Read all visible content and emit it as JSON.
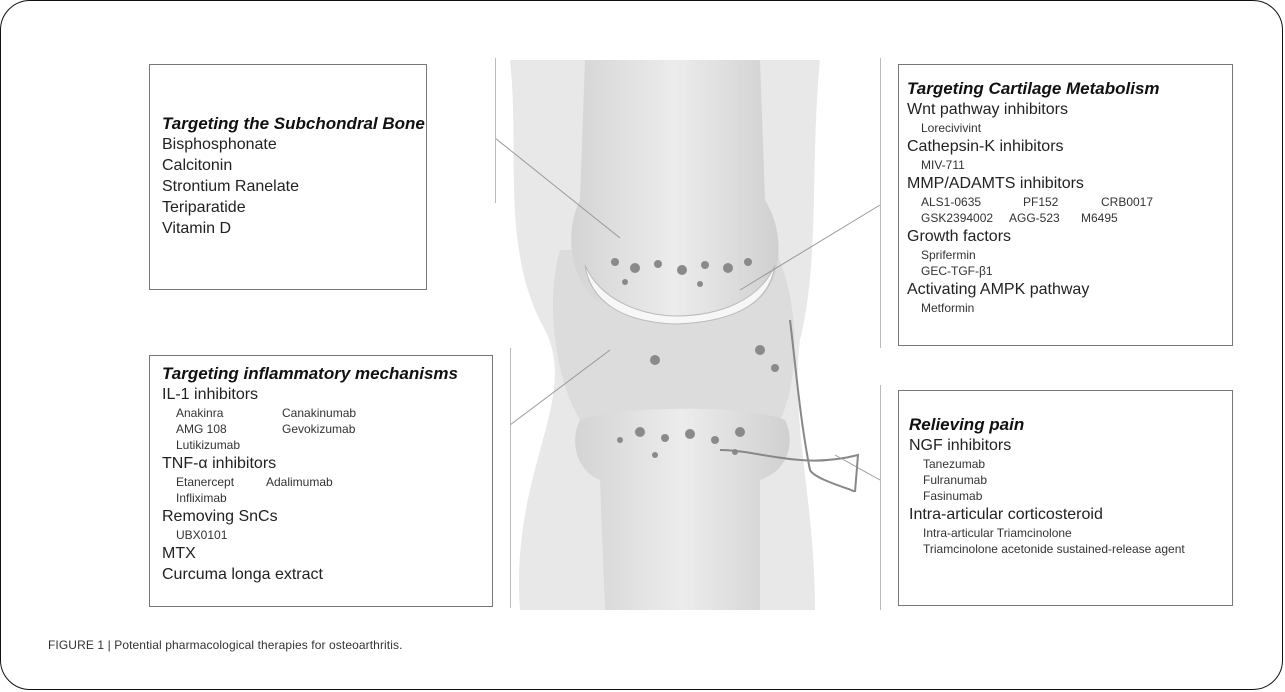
{
  "subchondral": {
    "title": "Targeting the Subchondral Bone",
    "items": [
      "Bisphosphonate",
      "Calcitonin",
      "Strontium Ranelate",
      "Teriparatide",
      "Vitamin D"
    ]
  },
  "inflammatory": {
    "title": "Targeting inflammatory mechanisms",
    "il1": "IL-1 inhibitors",
    "il1_drugs": [
      "Anakinra",
      "Canakinumab",
      "AMG 108",
      "Gevokizumab",
      "Lutikizumab"
    ],
    "tnf": "TNF-α inhibitors",
    "tnf_drugs": [
      "Etanercept",
      "Adalimumab",
      "Infliximab"
    ],
    "sncs": "Removing SnCs",
    "sncs_drugs": [
      "UBX0101"
    ],
    "mtx": "MTX",
    "curcuma": "Curcuma longa extract"
  },
  "cartilage": {
    "title": "Targeting Cartilage Metabolism",
    "wnt": "Wnt pathway inhibitors",
    "wnt_drugs": [
      "Lorecivivint"
    ],
    "cathepsin": "Cathepsin-K inhibitors",
    "cathepsin_drugs": [
      "MIV-711"
    ],
    "mmp": "MMP/ADAMTS inhibitors",
    "mmp_drugs": [
      "ALS1-0635",
      "PF152",
      "CRB0017",
      "GSK2394002",
      "AGG-523",
      "M6495"
    ],
    "growth": "Growth factors",
    "growth_drugs": [
      "Sprifermin",
      "GEC-TGF-β1"
    ],
    "ampk": "Activating AMPK pathway",
    "ampk_drugs": [
      "Metformin"
    ]
  },
  "pain": {
    "title": "Relieving pain",
    "ngf": "NGF inhibitors",
    "ngf_drugs": [
      "Tanezumab",
      "Fulranumab",
      "Fasinumab"
    ],
    "cortico": "Intra-articular corticosteroid",
    "cortico_drugs": [
      "Intra-articular Triamcinolone",
      "Triamcinolone acetonide sustained-release agent"
    ]
  },
  "caption": "FIGURE 1 |   Potential pharmacological therapies for osteoarthritis."
}
